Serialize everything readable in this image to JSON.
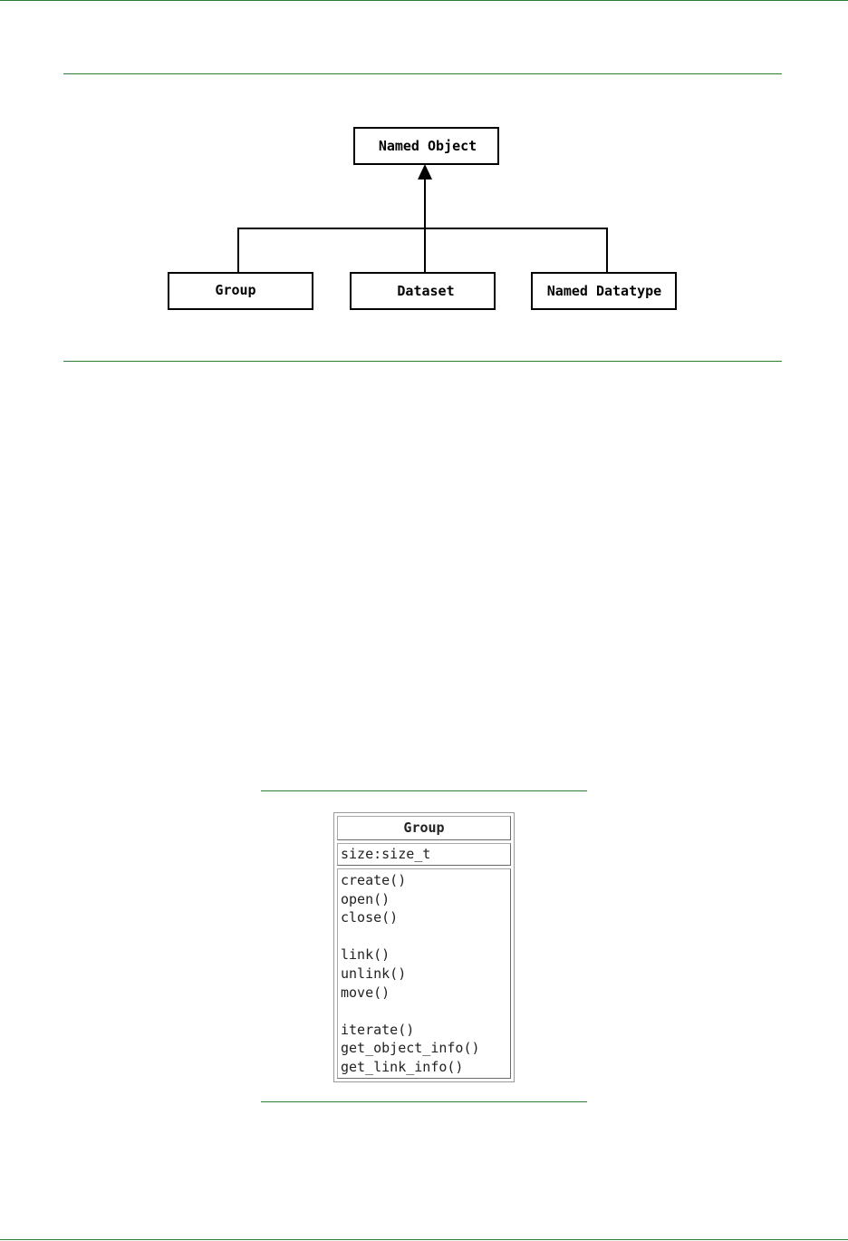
{
  "hierarchy_diagram": {
    "parent": "Named Object",
    "children": [
      "Group",
      "Dataset",
      "Named Datatype"
    ]
  },
  "class_diagram": {
    "class_name": "Group",
    "attributes": [
      "size:size_t"
    ],
    "methods": [
      "create()",
      "open()",
      "close()",
      "",
      "link()",
      "unlink()",
      "move()",
      "",
      "iterate()",
      "get_object_info()",
      "get_link_info()"
    ]
  },
  "colors": {
    "rule": "#2e7d32",
    "box_border": "#000000"
  }
}
